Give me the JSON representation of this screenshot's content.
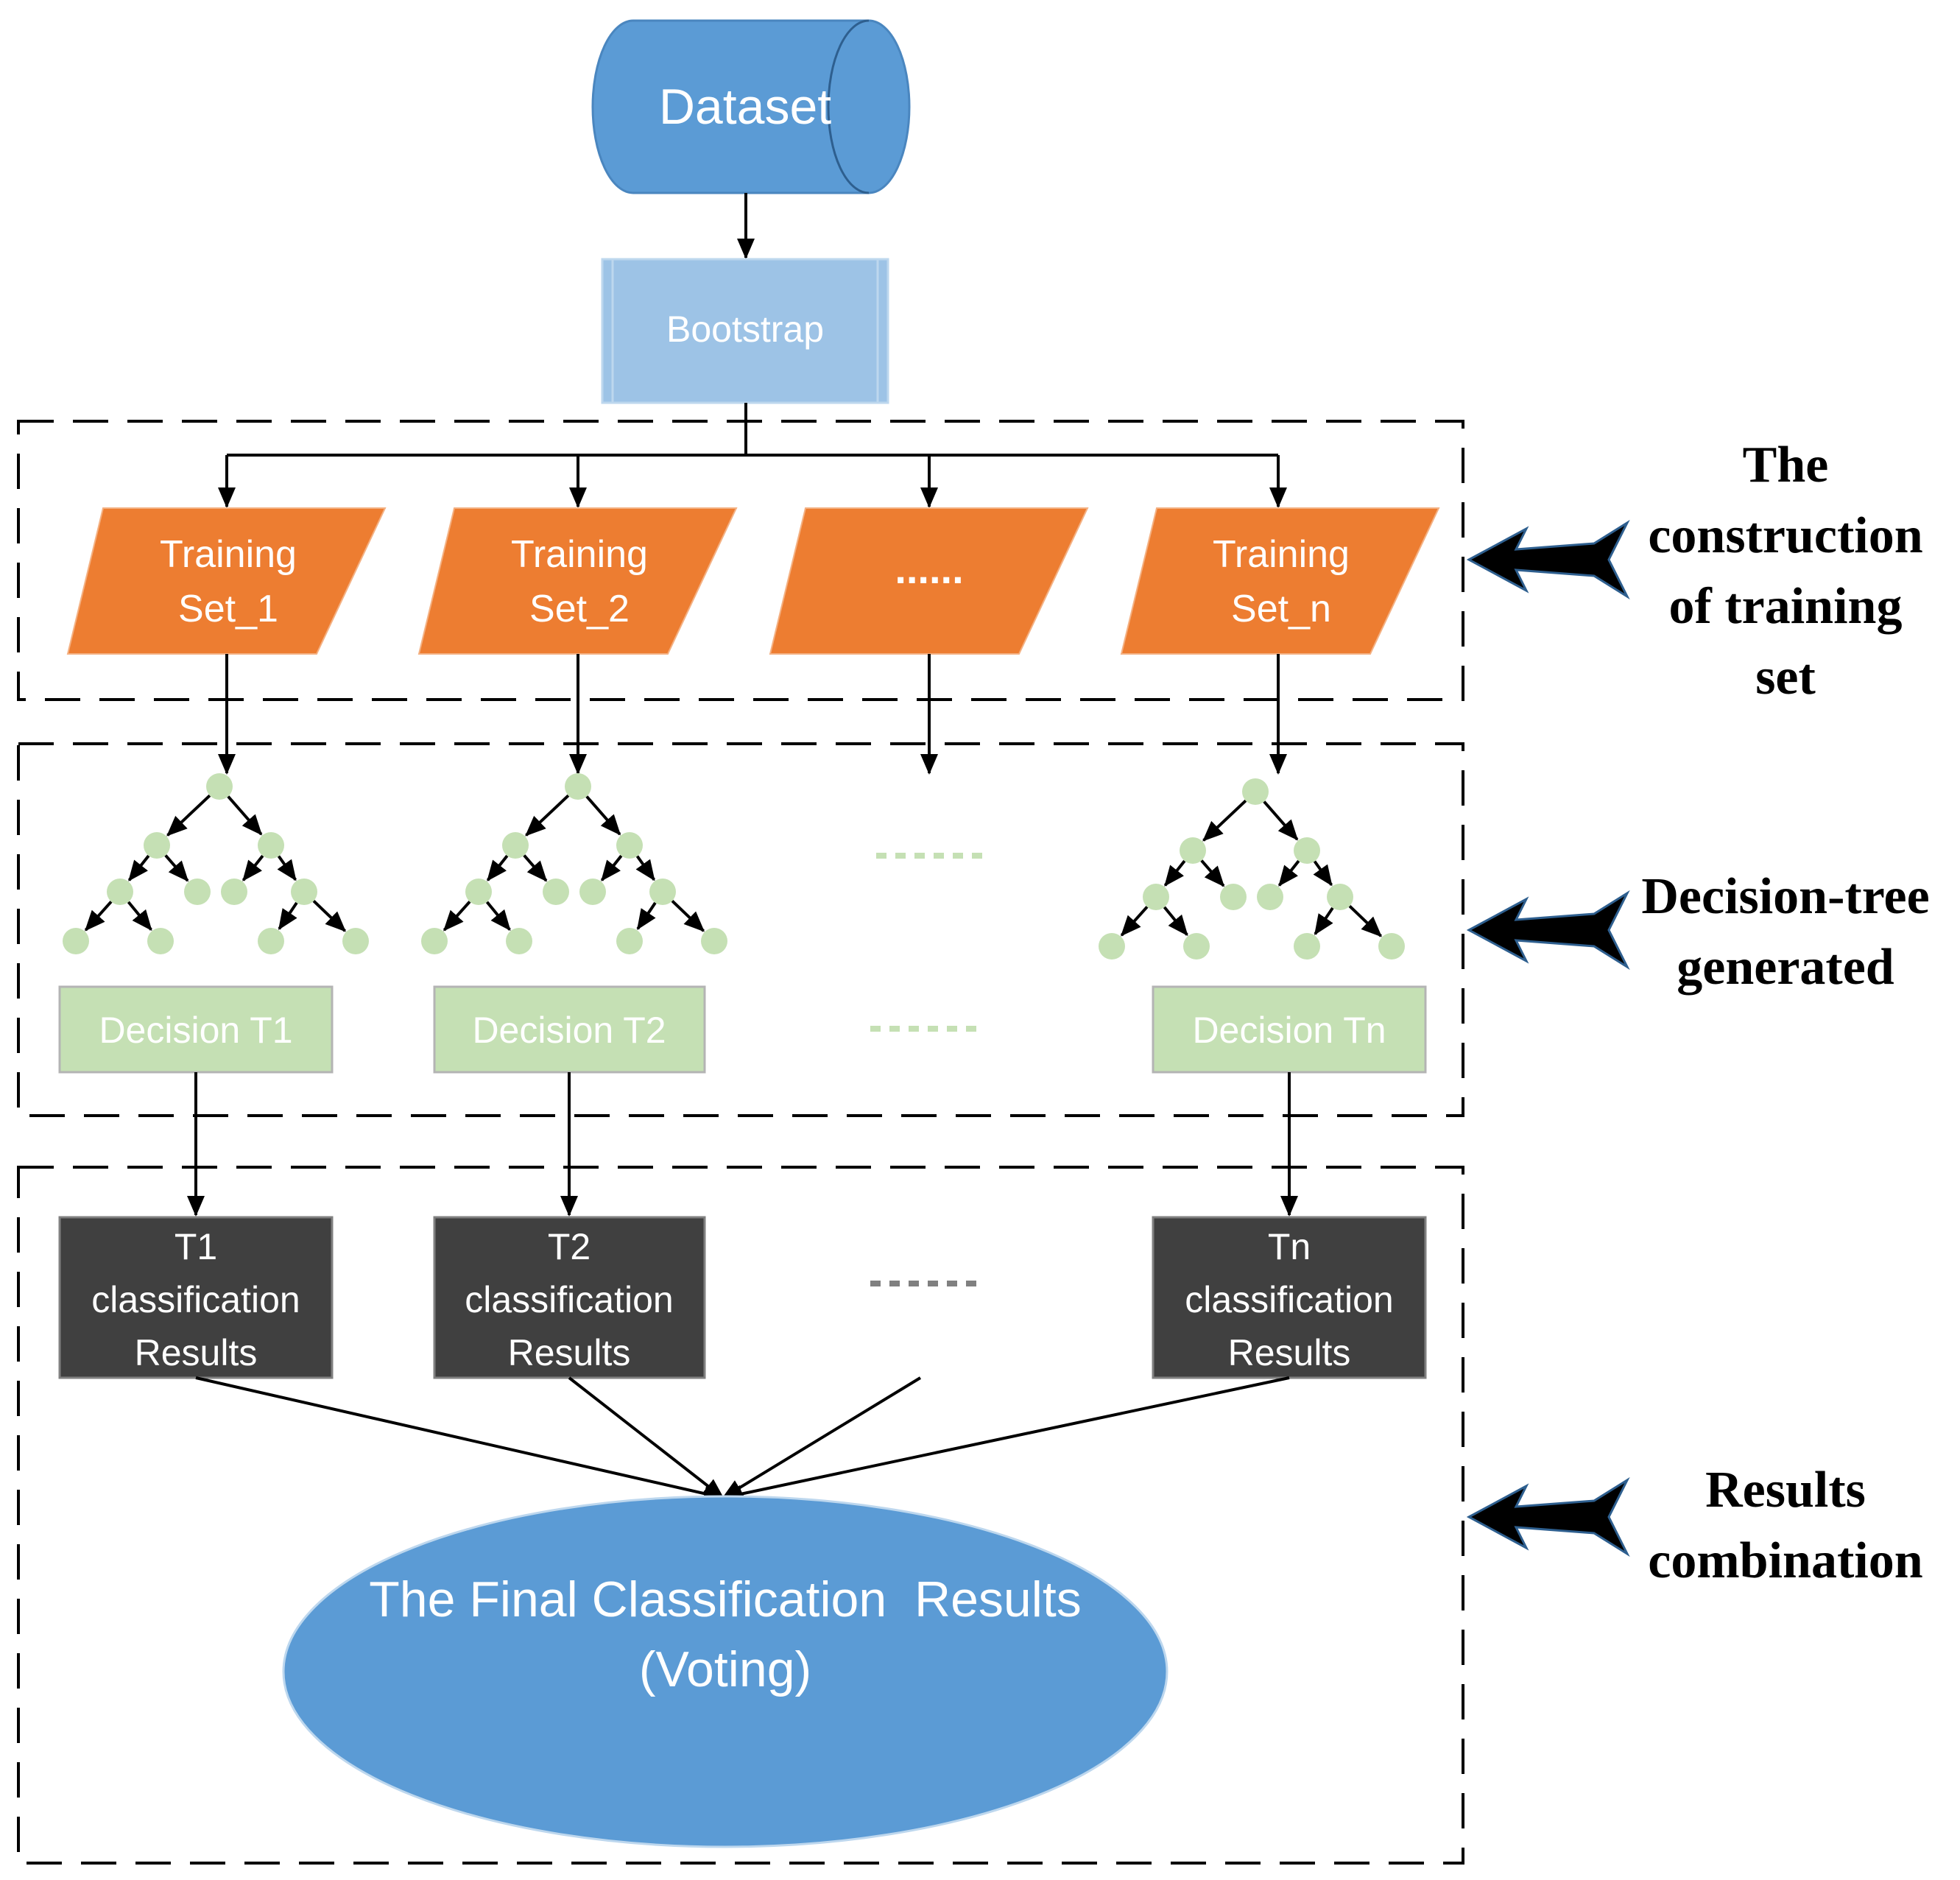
{
  "nodes": {
    "dataset": "Dataset",
    "bootstrap": "Bootstrap",
    "training_sets": [
      [
        "Training",
        "Set_1"
      ],
      [
        "Training",
        "Set_2"
      ],
      [
        "......"
      ],
      [
        "Training",
        "Set_n"
      ]
    ],
    "decisions": [
      "Decision T1",
      "Decision T2",
      "Decision Tn"
    ],
    "results": [
      [
        "T1",
        "classification",
        "Results"
      ],
      [
        "T2",
        "classification",
        "Results"
      ],
      [
        "Tn",
        "classification",
        "Results"
      ]
    ],
    "final": [
      "The Final Classification  Results",
      "(Voting)"
    ]
  },
  "side_labels": {
    "construction": [
      "The",
      "construction",
      "of training",
      "set"
    ],
    "decision_tree": [
      "Decision-tree",
      "generated"
    ],
    "combination": [
      "Results",
      "combination"
    ]
  },
  "colors": {
    "dataset_fill": "#5b9bd5",
    "bootstrap_fill": "#9dc3e6",
    "training_fill": "#ed7d31",
    "tree_node": "#c5e0b4",
    "result_fill": "#404040",
    "final_fill": "#5b9bd5",
    "line": "#000000"
  }
}
